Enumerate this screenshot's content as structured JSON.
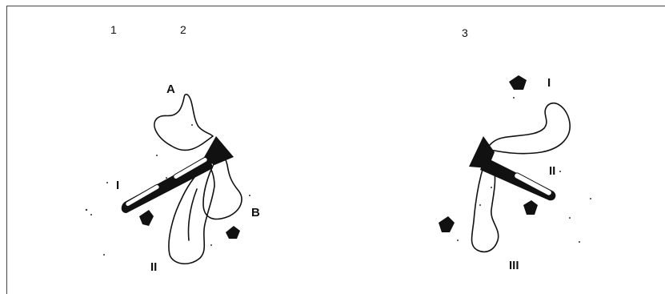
{
  "panels": [
    {
      "id": "1",
      "label": "1"
    },
    {
      "id": "2",
      "label": "2"
    },
    {
      "id": "3",
      "label": "3"
    }
  ],
  "left_diagram": {
    "letter_top": "A",
    "letter_right": "B",
    "roman_left": "I",
    "roman_bottom": "II"
  },
  "right_diagram": {
    "roman_top": "I",
    "roman_middle": "II",
    "roman_bottom": "III"
  },
  "colors": {
    "line": "#111111",
    "background": "#ffffff",
    "frame": "#444444"
  }
}
